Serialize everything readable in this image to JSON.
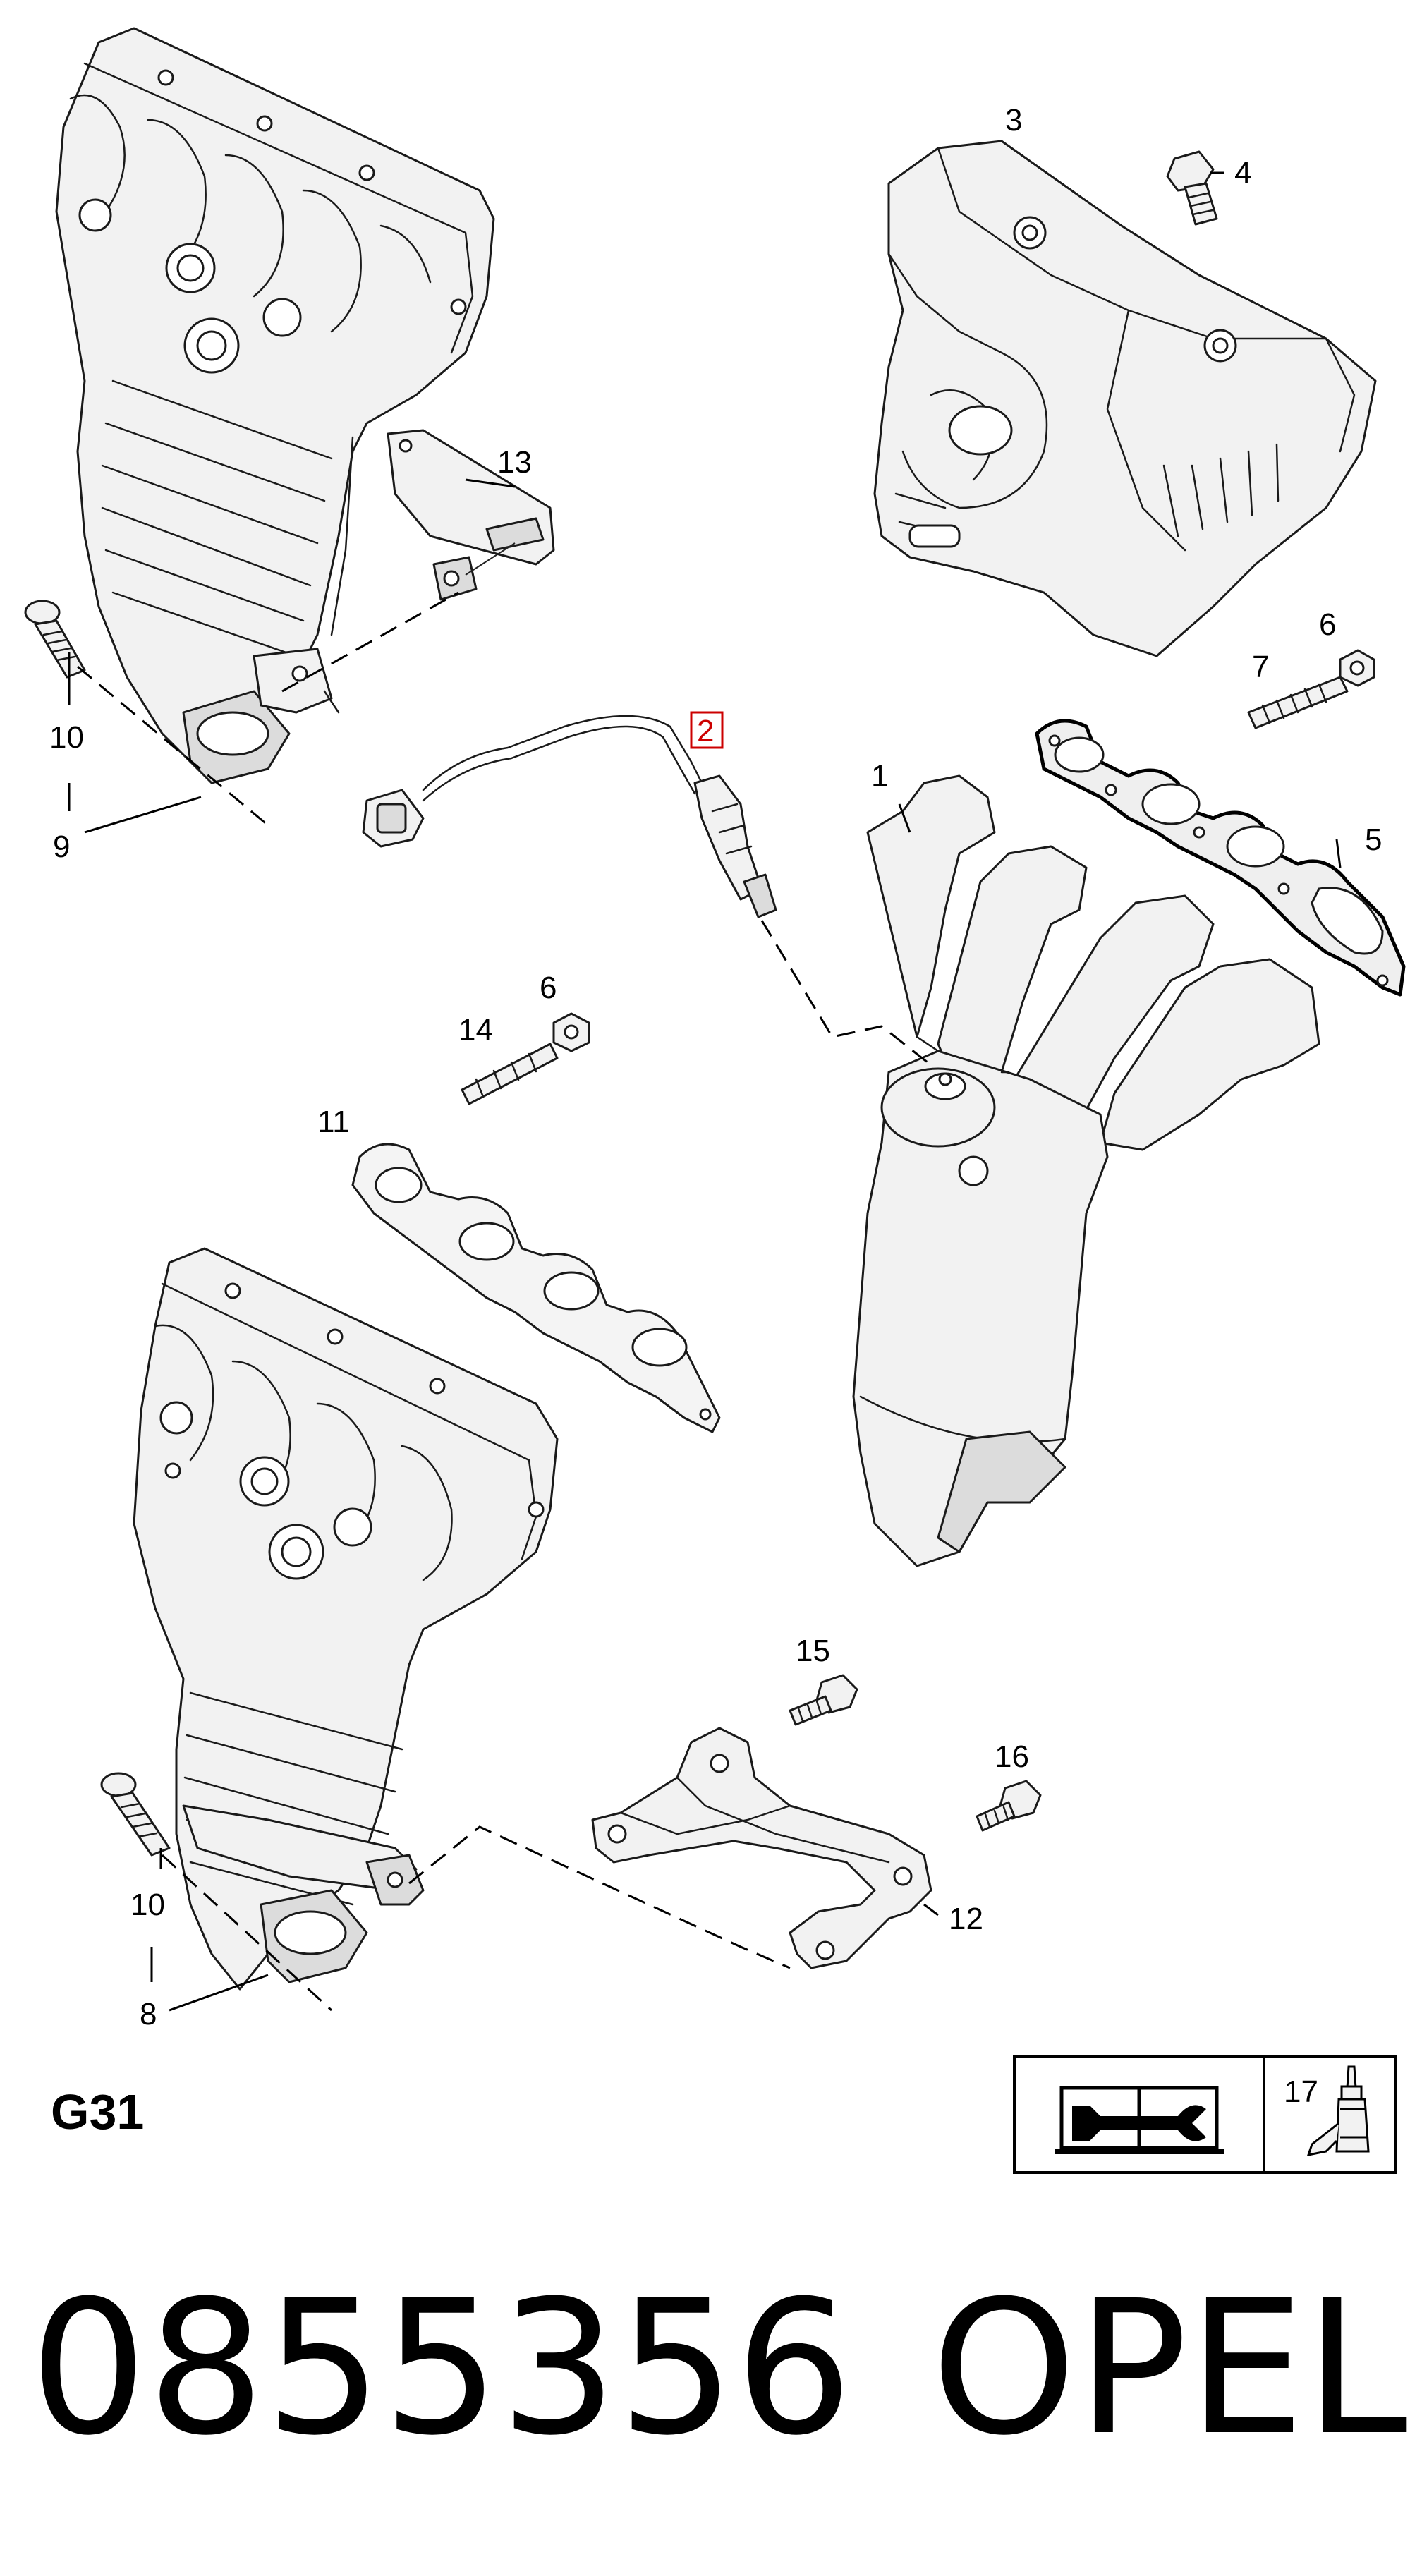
{
  "diagram": {
    "section_code": "G31",
    "highlighted_callout": "2",
    "callouts": [
      "1",
      "2",
      "3",
      "4",
      "5",
      "6",
      "6",
      "7",
      "8",
      "9",
      "10",
      "10",
      "11",
      "12",
      "13",
      "14",
      "15",
      "16",
      "17"
    ]
  },
  "footer": {
    "part_number": "0855356",
    "brand": "OPEL"
  },
  "info_box": {
    "left_icon": "repair-manual-book-wrench-icon",
    "right_label": "17",
    "right_icon": "sealant-tube-icon"
  },
  "colors": {
    "highlight": "#cc0000",
    "line": "#1a1a1a",
    "part_fill": "#f2f2f2"
  }
}
